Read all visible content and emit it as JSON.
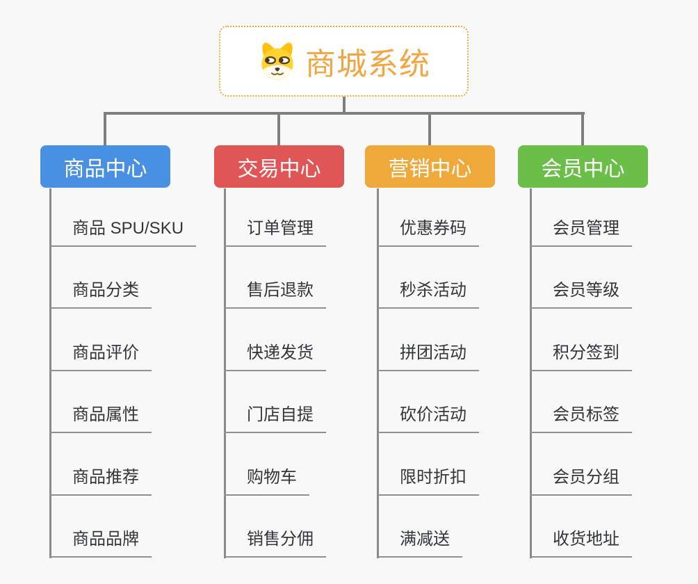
{
  "canvas": {
    "background_color": "#f8f8f8",
    "connector_color": "#7f7f7f",
    "leaf_line_color": "#909090"
  },
  "root": {
    "title": "商城系统",
    "icon": "dog-icon",
    "title_color": "#f1a643",
    "border_color": "#f3a93c"
  },
  "branches": [
    {
      "label": "商品中心",
      "color": "#4a90e2",
      "items": [
        "商品 SPU/SKU",
        "商品分类",
        "商品评价",
        "商品属性",
        "商品推荐",
        "商品品牌"
      ]
    },
    {
      "label": "交易中心",
      "color": "#e05555",
      "items": [
        "订单管理",
        "售后退款",
        "快递发货",
        "门店自提",
        "购物车",
        "销售分佣"
      ]
    },
    {
      "label": "营销中心",
      "color": "#efa93b",
      "items": [
        "优惠券码",
        "秒杀活动",
        "拼团活动",
        "砍价活动",
        "限时折扣",
        "满减送"
      ]
    },
    {
      "label": "会员中心",
      "color": "#6bbe47",
      "items": [
        "会员管理",
        "会员等级",
        "积分签到",
        "会员标签",
        "会员分组",
        "收货地址"
      ]
    }
  ]
}
